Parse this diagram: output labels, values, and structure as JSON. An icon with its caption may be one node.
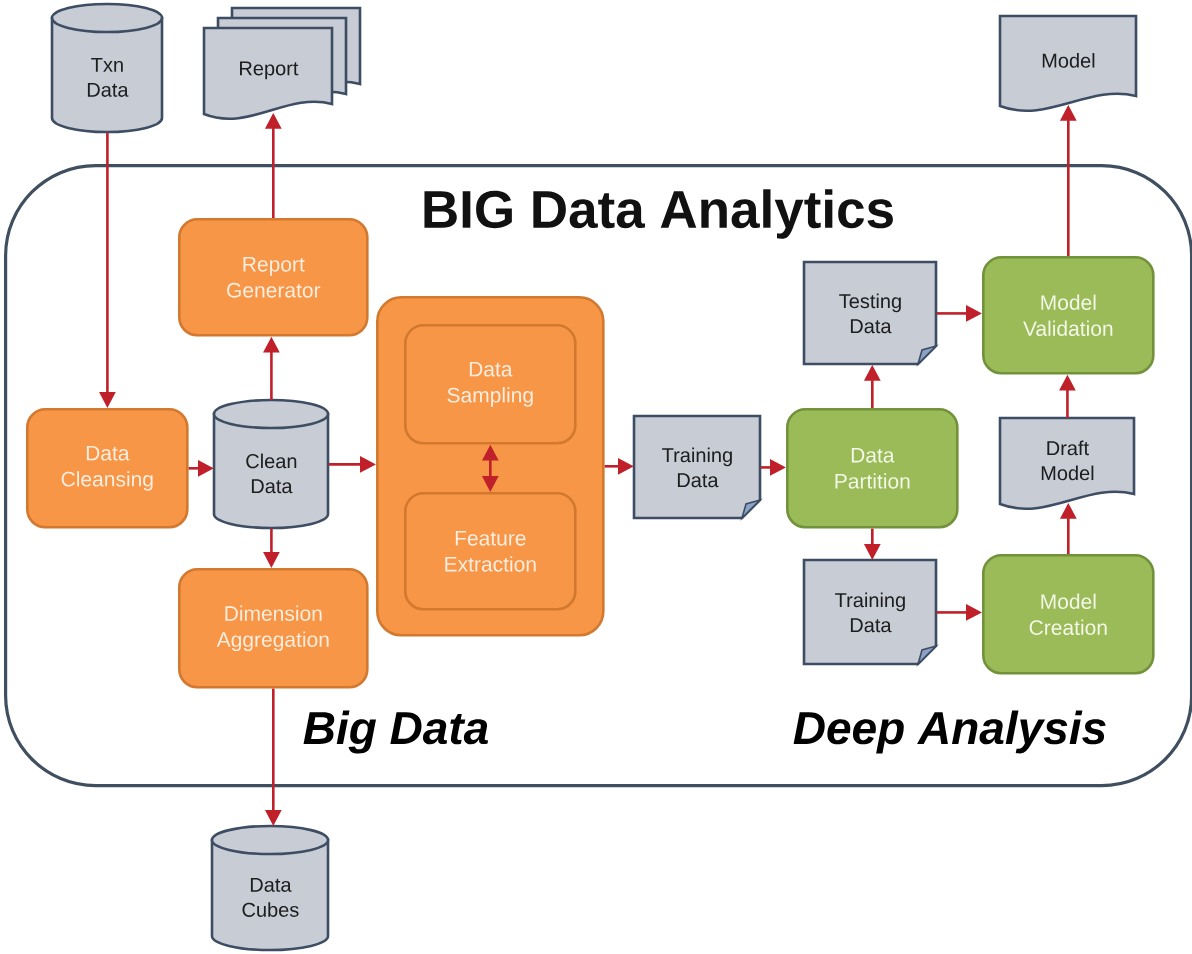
{
  "diagram": {
    "nodes": [
      {
        "text": [
          "Txn Data"
        ]
      },
      {
        "text": [
          "Report"
        ]
      },
      {
        "text": [
          "Model"
        ]
      },
      {
        "text": [
          "BIG Data Analytics"
        ]
      },
      {
        "text": [
          "Report Generator"
        ],
        "in": 3
      },
      {
        "text": [
          "Testing Data"
        ],
        "in": 3
      },
      {
        "text": [
          "Model Validation"
        ],
        "in": 3
      },
      {
        "text": [
          "Data Cleansing"
        ],
        "in": 3
      },
      {
        "text": [
          "Clean Data"
        ],
        "in": 3
      },
      {
        "text": [],
        "shape": "box",
        "in": 3
      },
      {
        "text": [
          "Data Sampling"
        ],
        "in": 9
      },
      {
        "text": [
          "Feature Extraction"
        ],
        "in": 9
      },
      {
        "text": [
          "Training Data"
        ],
        "in": 3
      },
      {
        "text": [
          "Data Partition"
        ],
        "in": 3
      },
      {
        "text": [
          "Draft Model"
        ],
        "in": 3
      },
      {
        "text": [
          "Dimension Aggregation"
        ],
        "in": 3
      },
      {
        "text": [
          "Training Data"
        ],
        "in": 3
      },
      {
        "text": [
          "Model Creation"
        ],
        "in": 3
      },
      {
        "text": [
          "Data Cubes"
        ]
      }
    ],
    "edges": [
      {
        "from": 0,
        "to": 7,
        "arrow": "to"
      },
      {
        "from": 7,
        "to": 8,
        "arrow": "to"
      },
      {
        "from": 8,
        "to": 4,
        "arrow": "to"
      },
      {
        "from": 4,
        "to": 1,
        "arrow": "to"
      },
      {
        "from": 8,
        "to": 9,
        "arrow": "to"
      },
      {
        "from": 8,
        "to": 15,
        "arrow": "to"
      },
      {
        "from": 15,
        "to": 18,
        "arrow": "to"
      },
      {
        "from": 10,
        "to": 11,
        "arrow": "both"
      },
      {
        "from": 9,
        "to": 12,
        "arrow": "to"
      },
      {
        "from": 12,
        "to": 13,
        "arrow": "to"
      },
      {
        "from": 13,
        "to": 5,
        "arrow": "to"
      },
      {
        "from": 13,
        "to": 16,
        "arrow": "to"
      },
      {
        "from": 5,
        "to": 6,
        "arrow": "to"
      },
      {
        "from": 16,
        "to": 17,
        "arrow": "to"
      },
      {
        "from": 17,
        "to": 14,
        "arrow": "to"
      },
      {
        "from": 14,
        "to": 6,
        "arrow": "to"
      },
      {
        "from": 6,
        "to": 2,
        "arrow": "to"
      }
    ],
    "labels": [
      "Big Data",
      "Deep Analysis"
    ]
  }
}
